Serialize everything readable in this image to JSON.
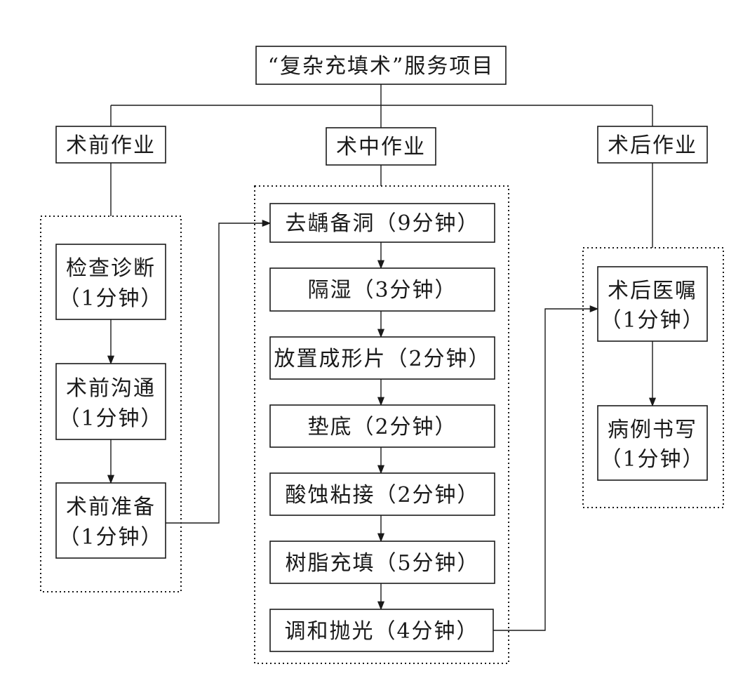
{
  "root": {
    "title": "“复杂充填术”服务项目"
  },
  "pre": {
    "header": "术前作业",
    "steps": [
      {
        "name": "检查诊断",
        "duration": "（1分钟）"
      },
      {
        "name": "术前沟通",
        "duration": "（1分钟）"
      },
      {
        "name": "术前准备",
        "duration": "（1分钟）"
      }
    ]
  },
  "intra": {
    "header": "术中作业",
    "steps": [
      {
        "label": "去龋备洞（9分钟）"
      },
      {
        "label": "隔湿（3分钟）"
      },
      {
        "label": "放置成形片（2分钟）"
      },
      {
        "label": "垫底（2分钟）"
      },
      {
        "label": "酸蚀粘接（2分钟）"
      },
      {
        "label": "树脂充填（5分钟）"
      },
      {
        "label": "调和抛光（4分钟）"
      }
    ]
  },
  "post": {
    "header": "术后作业",
    "steps": [
      {
        "name": "术后医嘱",
        "duration": "（1分钟）"
      },
      {
        "name": "病例书写",
        "duration": "（1分钟）"
      }
    ]
  }
}
